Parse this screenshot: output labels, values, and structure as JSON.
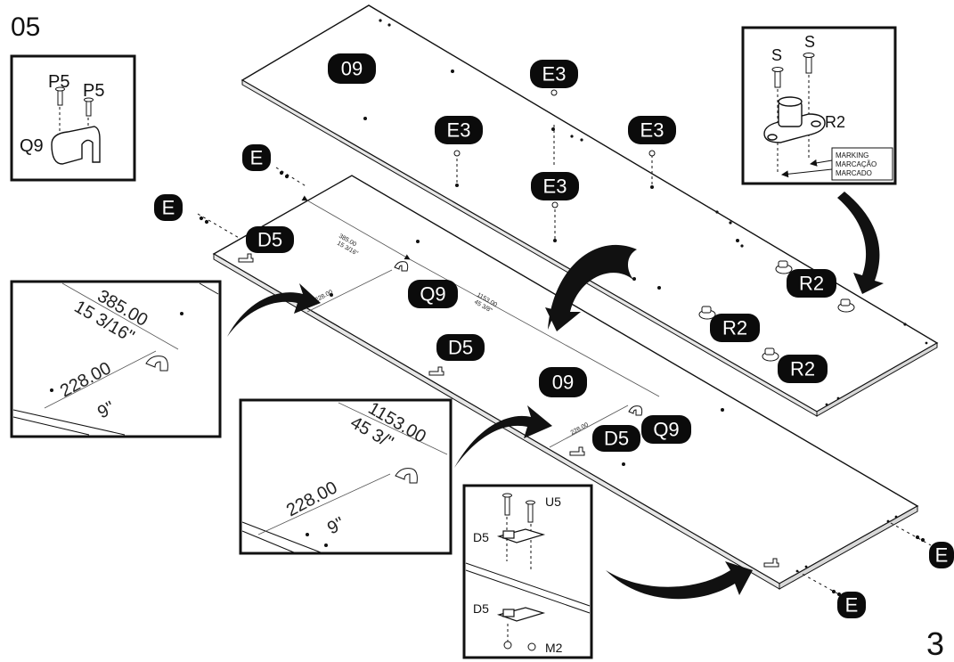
{
  "step_number": "05",
  "page_number": "3",
  "labels": {
    "panel_09": "09",
    "bracket_q9": "Q9",
    "cam_d5": "D5",
    "leveler_r2": "R2",
    "dowel_e": "E",
    "pin_e3": "E3",
    "screw_p5": "P5",
    "screw_s": "S",
    "screw_u5": "U5",
    "nut_m2": "M2"
  },
  "marking_note": [
    "MARKING",
    "MARCAÇÃO",
    "MARCADO"
  ],
  "dimensions": {
    "d385_mm": "385.00",
    "d385_in": "15 3/16\"",
    "d228_mm": "228.00",
    "d228_in": "9\"",
    "d1153_mm": "1153.00",
    "d1153_in": "45 3/8\"",
    "d1153_in_detail": "45 3/\""
  },
  "colors": {
    "ink": "#111111",
    "pill": "#0b0b0b",
    "panel_fill": "#ffffff"
  },
  "icons": [
    "screw-icon",
    "bracket-q9-icon",
    "leveler-r2-icon",
    "cam-d5-icon",
    "curved-arrow-icon"
  ]
}
